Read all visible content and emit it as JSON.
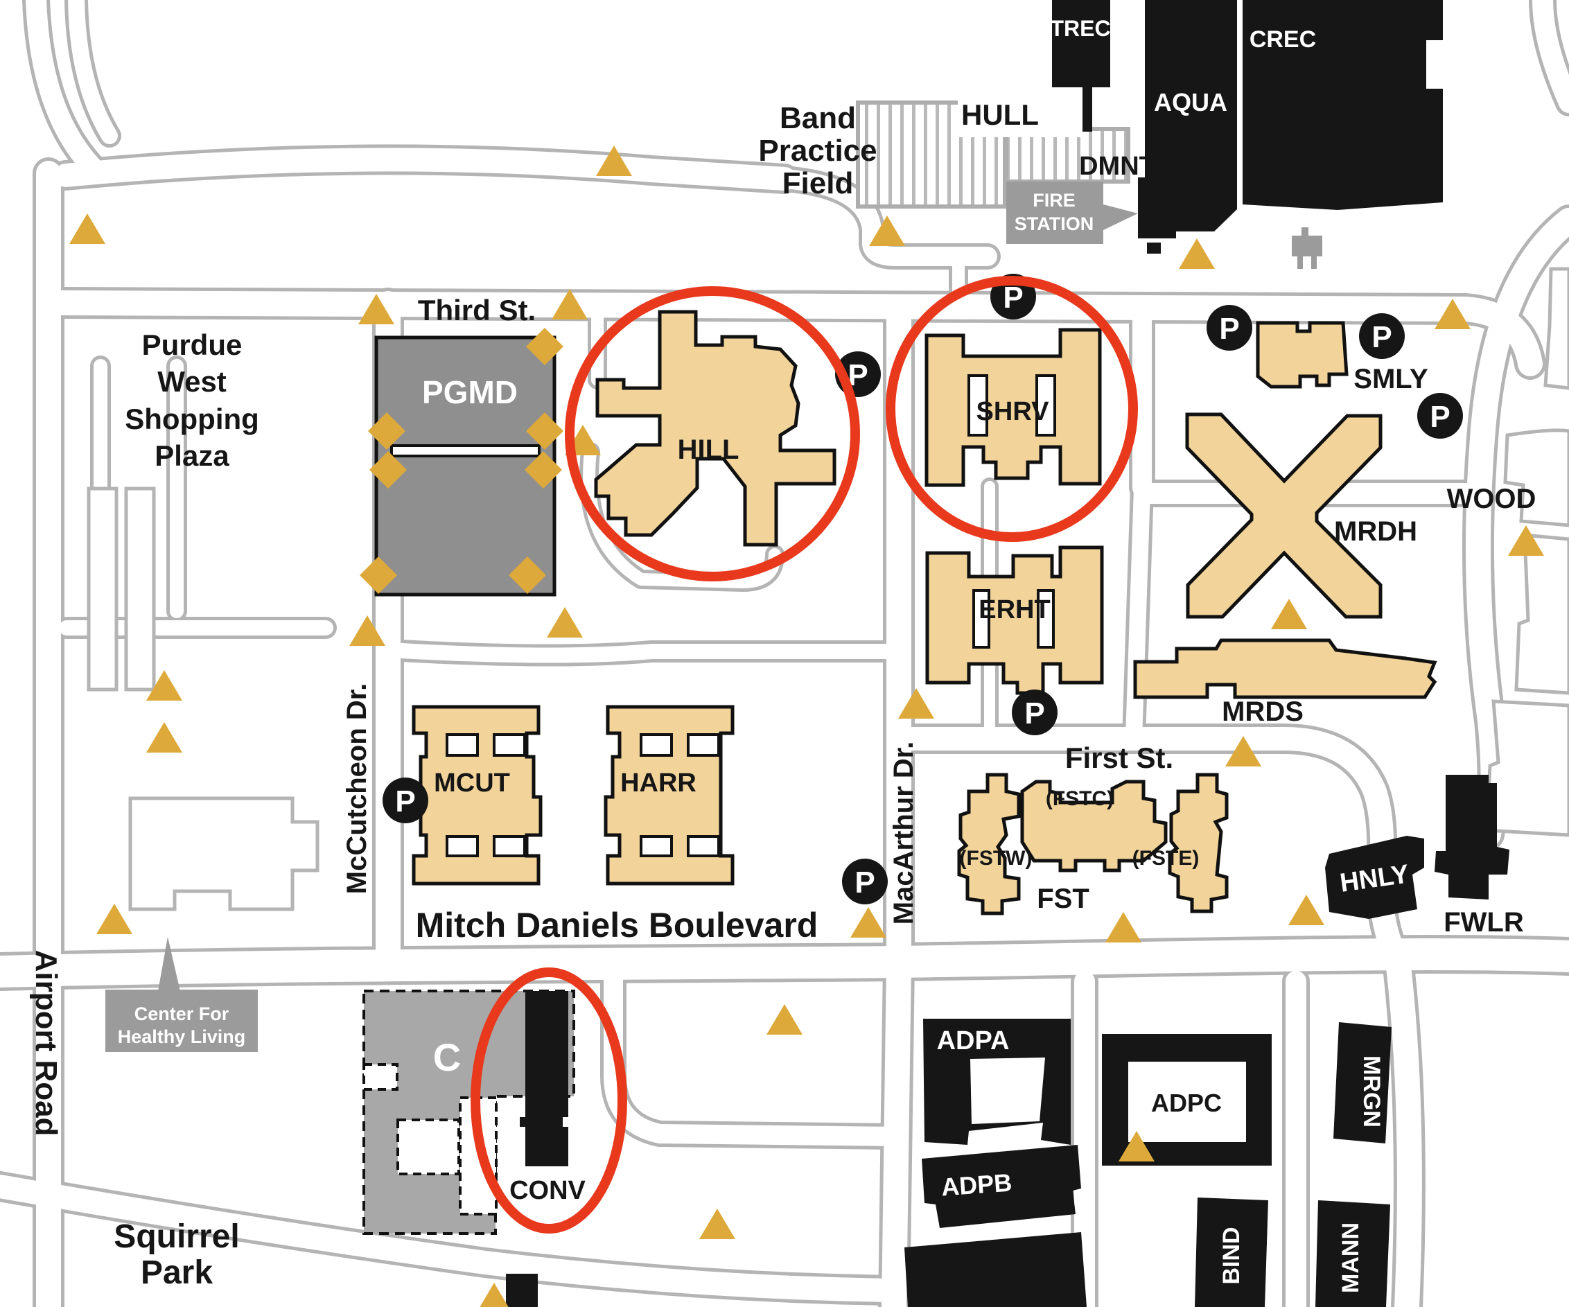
{
  "map": {
    "streets": {
      "third": "Third St.",
      "mitch_daniels": "Mitch Daniels Boulevard",
      "mccutcheon": "McCutcheon Dr.",
      "macarthur": "MacArthur Dr.",
      "first": "First St.",
      "airport": "Airport Road"
    },
    "areas": {
      "band_field": [
        "Band",
        "Practice",
        "Field"
      ],
      "purdue_west": [
        "Purdue",
        "West",
        "Shopping",
        "Plaza"
      ],
      "squirrel_park": [
        "Squirrel",
        "Park"
      ]
    },
    "callouts": {
      "fire_station": [
        "FIRE",
        "STATION"
      ],
      "healthy_living": [
        "Center For",
        "Healthy Living"
      ]
    },
    "buildings": {
      "trec": "TREC",
      "crec": "CREC",
      "aqua": "AQUA",
      "hull": "HULL",
      "dmnt": "DMNT",
      "pgmd": "PGMD",
      "hill": "HILL",
      "shrv": "SHRV",
      "smly": "SMLY",
      "mrdh": "MRDH",
      "wood": "WOOD",
      "erht": "ERHT",
      "mrds": "MRDS",
      "mcut": "MCUT",
      "harr": "HARR",
      "fstw": "(FSTW)",
      "fstc": "(FSTC)",
      "fste": "(FSTE)",
      "fst": "FST",
      "hnly": "HNLY",
      "fwlr": "FWLR",
      "c": "C",
      "conv": "CONV",
      "adpa": "ADPA",
      "adpb": "ADPB",
      "adpc": "ADPC",
      "mrgn": "MRGN",
      "bind": "BIND",
      "mann": "MANN"
    },
    "icons": {
      "parking": "P"
    },
    "highlighted_buildings": [
      "HILL",
      "SHRV",
      "CONV"
    ],
    "colors": {
      "highlight_red": "#e8391d",
      "building_tan": "#f2d49a",
      "building_black": "#161616",
      "building_gray": "#8f8f8f",
      "marker_gold": "#dda93a",
      "road_gray": "#b4b4b4",
      "callout_gray": "#9b9b9b"
    }
  }
}
